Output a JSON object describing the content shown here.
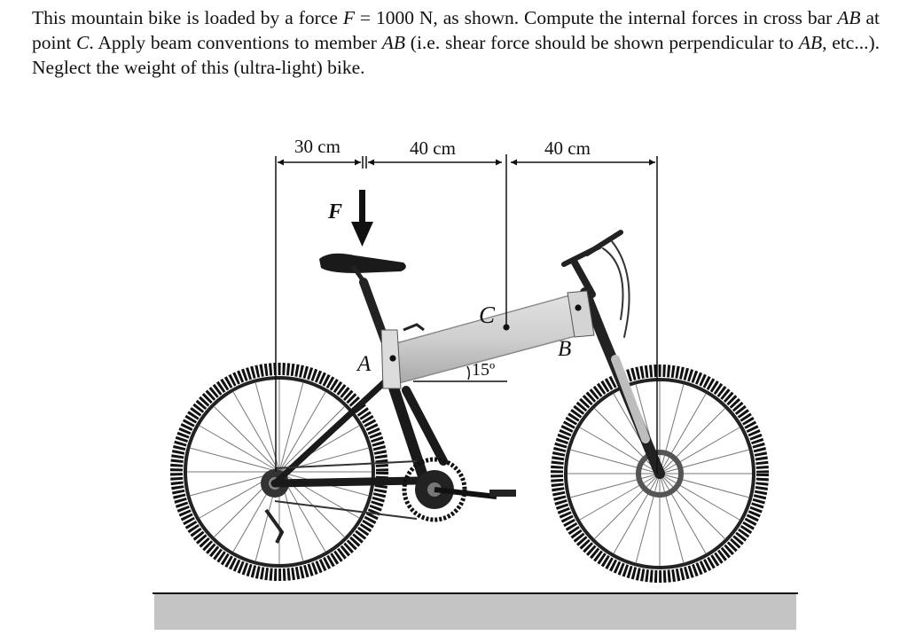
{
  "problem": {
    "p1": "This mountain bike is loaded by a force ",
    "F": "F",
    "p2": " = 1000 N, as shown. Compute the internal forces in cross bar ",
    "AB1": "AB",
    "p3": " at point ",
    "C": "C",
    "p4": ". Apply beam conventions to member ",
    "AB2": "AB",
    "p5": " (i.e. shear force should be shown perpendicular to ",
    "AB3": "AB",
    "p6": ", etc...). Neglect the weight of this (ultra-light) bike."
  },
  "figure": {
    "dimensions": [
      "30 cm",
      "40 cm",
      "40 cm"
    ],
    "force_label": "F",
    "point_labels": {
      "A": "A",
      "B": "B",
      "C": "C"
    },
    "angle_label": "15º",
    "colors": {
      "frame": "#c9c9c9",
      "ground": "#c4c4c4",
      "ink": "#111111"
    }
  }
}
